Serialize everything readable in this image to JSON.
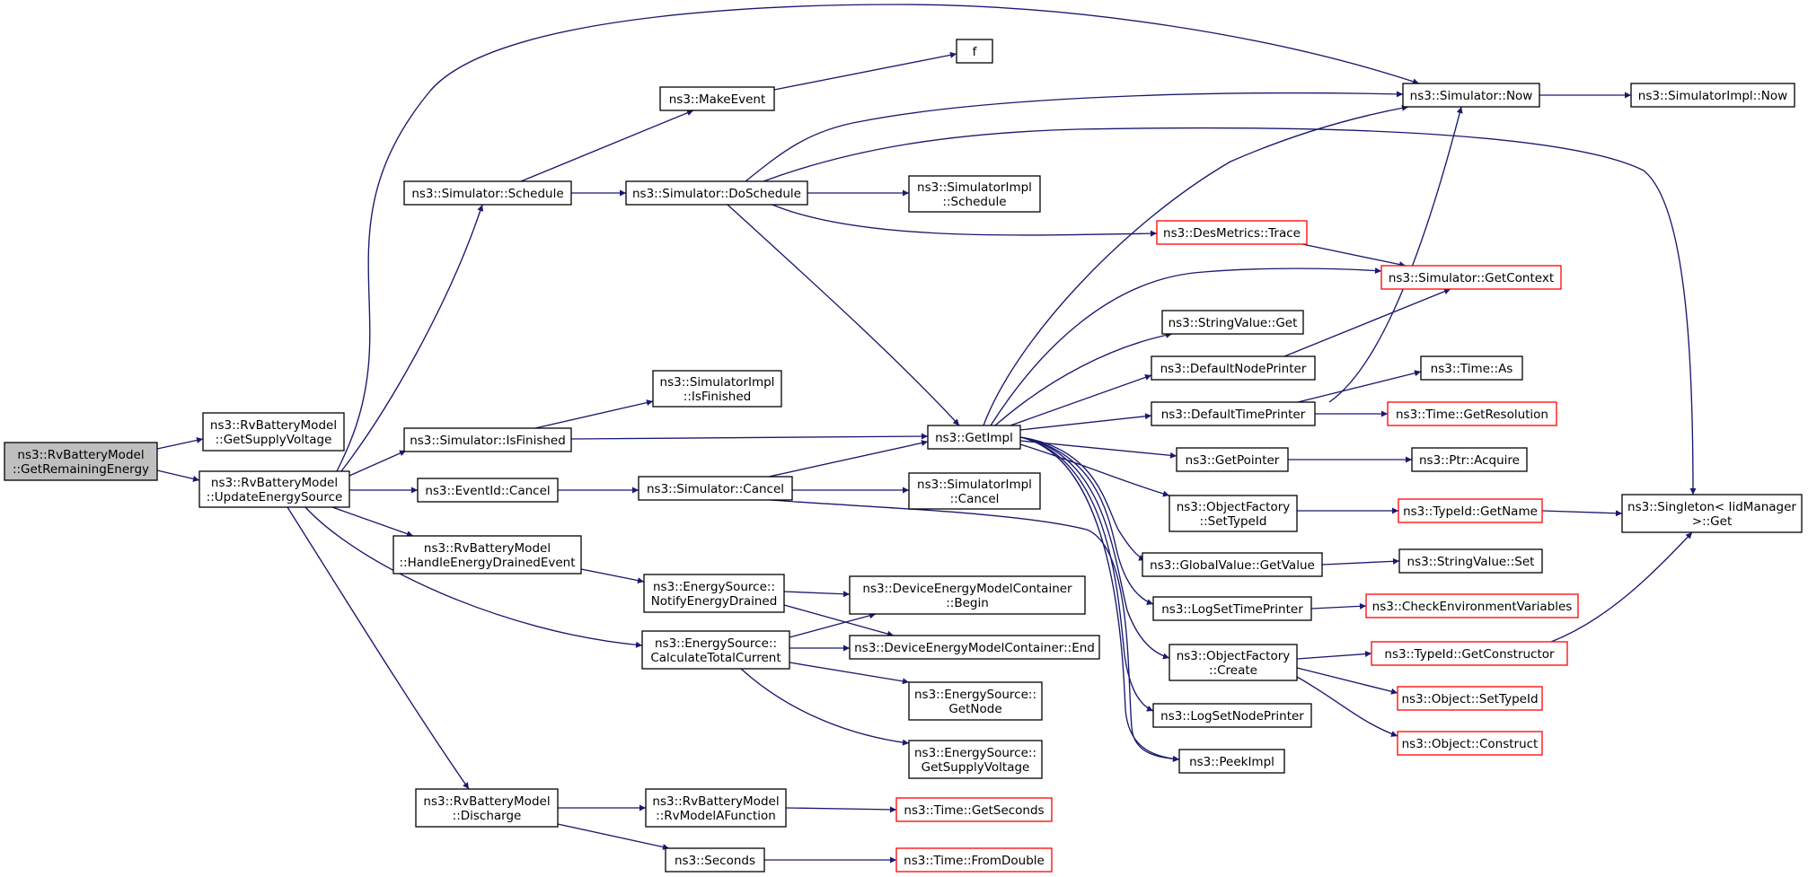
{
  "colors": {
    "edge": "#191970",
    "external_link_border": "#ff0000",
    "node_border": "#000000",
    "root_fill": "#bfbfbf"
  },
  "nodes": {
    "root": {
      "lines": [
        "ns3::RvBatteryModel",
        "::GetRemainingEnergy"
      ],
      "kind": "root"
    },
    "getSupplyVoltage": {
      "lines": [
        "ns3::RvBatteryModel",
        "::GetSupplyVoltage"
      ]
    },
    "updateEnergySource": {
      "lines": [
        "ns3::RvBatteryModel",
        "::UpdateEnergySource"
      ]
    },
    "simSchedule": {
      "lines": [
        "ns3::Simulator::Schedule"
      ]
    },
    "simIsFinished": {
      "lines": [
        "ns3::Simulator::IsFinished"
      ]
    },
    "eventIdCancel": {
      "lines": [
        "ns3::EventId::Cancel"
      ]
    },
    "handleDrained": {
      "lines": [
        "ns3::RvBatteryModel",
        "::HandleEnergyDrainedEvent"
      ]
    },
    "rvDischarge": {
      "lines": [
        "ns3::RvBatteryModel",
        "::Discharge"
      ]
    },
    "makeEvent": {
      "lines": [
        "ns3::MakeEvent"
      ]
    },
    "f": {
      "lines": [
        "f"
      ]
    },
    "doSchedule": {
      "lines": [
        "ns3::Simulator::DoSchedule"
      ]
    },
    "implIsFinished": {
      "lines": [
        "ns3::SimulatorImpl",
        "::IsFinished"
      ]
    },
    "simCancel": {
      "lines": [
        "ns3::Simulator::Cancel"
      ]
    },
    "notifyDrained": {
      "lines": [
        "ns3::EnergySource::",
        "NotifyEnergyDrained"
      ]
    },
    "calcCurrent": {
      "lines": [
        "ns3::EnergySource::",
        "CalculateTotalCurrent"
      ]
    },
    "rvModelA": {
      "lines": [
        "ns3::RvBatteryModel",
        "::RvModelAFunction"
      ]
    },
    "seconds": {
      "lines": [
        "ns3::Seconds"
      ]
    },
    "implSchedule": {
      "lines": [
        "ns3::SimulatorImpl",
        "::Schedule"
      ]
    },
    "getImpl": {
      "lines": [
        "ns3::GetImpl"
      ]
    },
    "implCancel": {
      "lines": [
        "ns3::SimulatorImpl",
        "::Cancel"
      ]
    },
    "demcBegin": {
      "lines": [
        "ns3::DeviceEnergyModelContainer",
        "::Begin"
      ]
    },
    "demcEnd": {
      "lines": [
        "ns3::DeviceEnergyModelContainer::End"
      ]
    },
    "esGetNode": {
      "lines": [
        "ns3::EnergySource::",
        "GetNode"
      ]
    },
    "esGetSupply": {
      "lines": [
        "ns3::EnergySource::",
        "GetSupplyVoltage"
      ]
    },
    "timeGetSeconds": {
      "lines": [
        "ns3::Time::GetSeconds"
      ],
      "kind": "red"
    },
    "timeFromDouble": {
      "lines": [
        "ns3::Time::FromDouble"
      ],
      "kind": "red"
    },
    "simNow": {
      "lines": [
        "ns3::Simulator::Now"
      ]
    },
    "desTrace": {
      "lines": [
        "ns3::DesMetrics::Trace"
      ],
      "kind": "red"
    },
    "stringValueGet": {
      "lines": [
        "ns3::StringValue::Get"
      ]
    },
    "defNodePrinter": {
      "lines": [
        "ns3::DefaultNodePrinter"
      ]
    },
    "defTimePrinter": {
      "lines": [
        "ns3::DefaultTimePrinter"
      ]
    },
    "getPointer": {
      "lines": [
        "ns3::GetPointer"
      ]
    },
    "ofSetTypeId": {
      "lines": [
        "ns3::ObjectFactory",
        "::SetTypeId"
      ]
    },
    "gvGetValue": {
      "lines": [
        "ns3::GlobalValue::GetValue"
      ]
    },
    "logSetTimePrinter": {
      "lines": [
        "ns3::LogSetTimePrinter"
      ]
    },
    "ofCreate": {
      "lines": [
        "ns3::ObjectFactory",
        "::Create"
      ]
    },
    "logSetNodePrinter": {
      "lines": [
        "ns3::LogSetNodePrinter"
      ]
    },
    "peekImpl": {
      "lines": [
        "ns3::PeekImpl"
      ]
    },
    "implNow": {
      "lines": [
        "ns3::SimulatorImpl::Now"
      ]
    },
    "simGetContext": {
      "lines": [
        "ns3::Simulator::GetContext"
      ],
      "kind": "red"
    },
    "timeAs": {
      "lines": [
        "ns3::Time::As"
      ]
    },
    "timeGetRes": {
      "lines": [
        "ns3::Time::GetResolution"
      ],
      "kind": "red"
    },
    "ptrAcquire": {
      "lines": [
        "ns3::Ptr::Acquire"
      ]
    },
    "typeIdGetName": {
      "lines": [
        "ns3::TypeId::GetName"
      ],
      "kind": "red"
    },
    "stringValueSet": {
      "lines": [
        "ns3::StringValue::Set"
      ]
    },
    "checkEnv": {
      "lines": [
        "ns3::CheckEnvironmentVariables"
      ],
      "kind": "red"
    },
    "typeIdGetCtor": {
      "lines": [
        "ns3::TypeId::GetConstructor"
      ],
      "kind": "red"
    },
    "objSetTypeId": {
      "lines": [
        "ns3::Object::SetTypeId"
      ],
      "kind": "red"
    },
    "objConstruct": {
      "lines": [
        "ns3::Object::Construct"
      ],
      "kind": "red"
    },
    "singletonGet": {
      "lines": [
        "ns3::Singleton< IidManager",
        " >::Get"
      ]
    }
  }
}
